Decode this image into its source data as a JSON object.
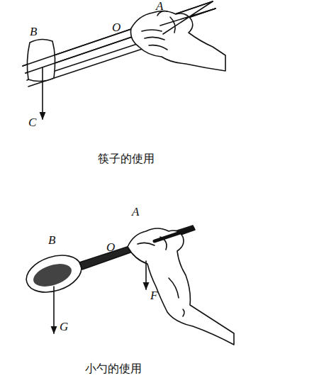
{
  "diagram": {
    "labels": [
      "B",
      "O",
      "A",
      "C",
      "筷子的使用",
      "A",
      "B",
      "O",
      "F",
      "G",
      "小勺的使用"
    ]
  }
}
